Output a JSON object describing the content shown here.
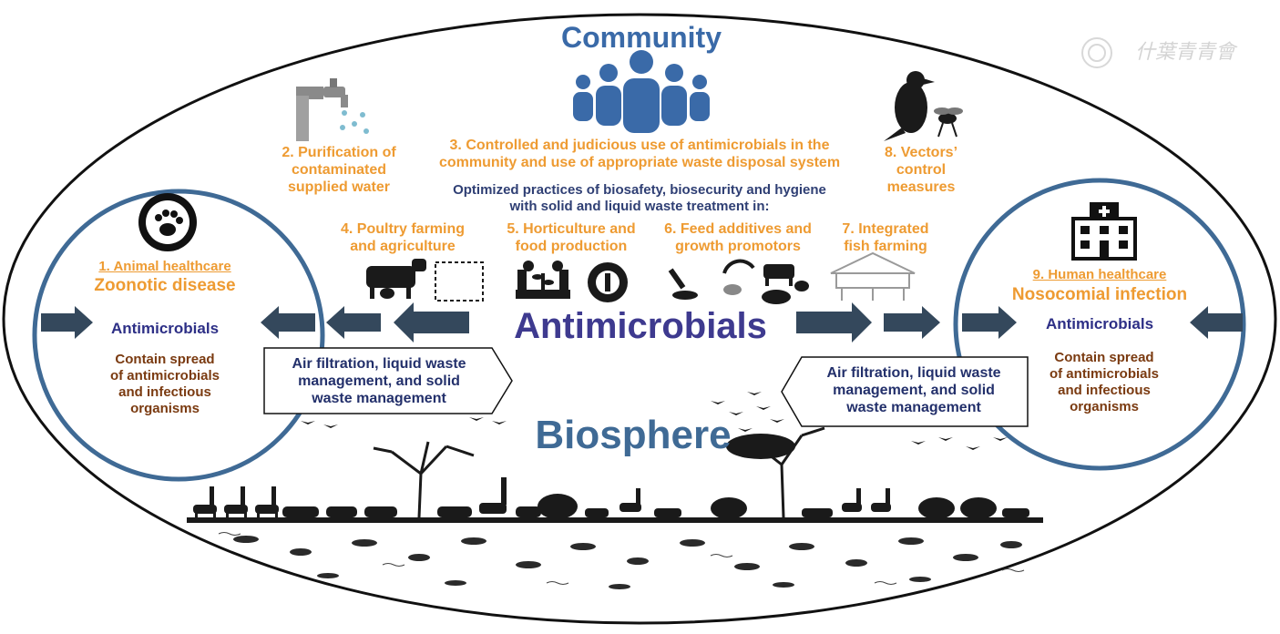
{
  "colors": {
    "orange": "#ee9b32",
    "navy": "#23306b",
    "blue": "#3a6aa8",
    "purple": "#3e3a8f",
    "brown": "#7a3a10",
    "arrow": "#34485c",
    "circle": "#3f6a95"
  },
  "watermark": "什葉青青會",
  "community": {
    "title": "Community",
    "icon": "people-group-icon"
  },
  "measures": {
    "m2": {
      "line1": "2. Purification of",
      "line2": "contaminated",
      "line3": "supplied water",
      "icon": "water-tap-icon"
    },
    "m3": {
      "line1": "3. Controlled and judicious use of antimicrobials in the",
      "line2": "community and use of appropriate waste disposal system"
    },
    "m8": {
      "line1": "8. Vectors’",
      "line2": "control",
      "line3": "measures",
      "icon": "crow-and-fly-icon"
    }
  },
  "optimized": {
    "line1": "Optimized practices of biosafety, biosecurity and hygiene",
    "line2": "with solid and liquid waste treatment in:"
  },
  "sectors": {
    "s4": {
      "line1": "4. Poultry farming",
      "line2": "and agriculture",
      "icon": "livestock-icon"
    },
    "s5": {
      "line1": "5. Horticulture and",
      "line2": "food production",
      "icon": "plant-care-icon"
    },
    "s6": {
      "line1": "6. Feed additives and",
      "line2": "growth promotors",
      "icon": "feed-animals-icon"
    },
    "s7": {
      "line1": "7. Integrated",
      "line2": "fish farming",
      "icon": "fish-farm-icon"
    }
  },
  "center": {
    "label": "Antimicrobials"
  },
  "animal": {
    "title": "1. Animal healthcare",
    "subtitle": "Zoonotic disease",
    "antimicrobials": "Antimicrobials",
    "contain": [
      "Contain spread",
      "of antimicrobials",
      "and infectious",
      "organisms"
    ],
    "icon": "paw-icon"
  },
  "human": {
    "title": "9. Human healthcare",
    "subtitle": "Nosocomial infection",
    "antimicrobials": "Antimicrobials",
    "contain": [
      "Contain spread",
      "of antimicrobials",
      "and infectious",
      "organisms"
    ],
    "icon": "hospital-icon"
  },
  "waste": {
    "left": [
      "Air filtration, liquid waste",
      "management, and solid",
      "waste management"
    ],
    "right": [
      "Air filtration, liquid waste",
      "management, and solid",
      "waste management"
    ]
  },
  "biosphere": {
    "label": "Biosphere"
  }
}
